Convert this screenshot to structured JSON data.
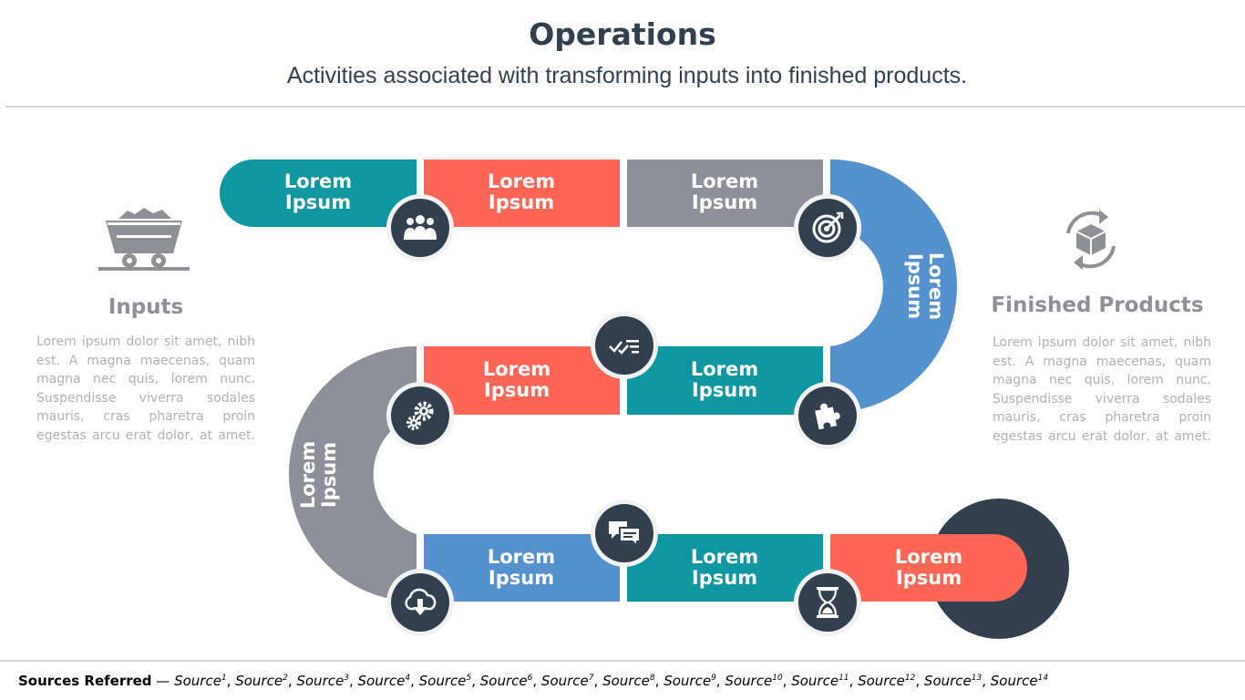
{
  "header": {
    "title": "Operations",
    "subtitle": "Activities associated with transforming inputs into finished products."
  },
  "left_panel": {
    "icon": "mine-cart-icon",
    "heading": "Inputs",
    "text": "Lorem ipsum dolor sit amet, nibh est. A magna maecenas, quam magna nec quis, lorem nunc. Suspendisse viverra sodales mauris, cras pharetra proin egestas arcu erat dolor, at amet."
  },
  "right_panel": {
    "icon": "box-cycle-icon",
    "heading": "Finished Products",
    "text": "Lorem ipsum dolor sit amet, nibh est. A magna maecenas, quam magna nec quis, lorem nunc. Suspendisse viverra sodales mauris, cras pharetra proin egestas arcu erat dolor, at amet."
  },
  "path": {
    "colors": {
      "teal": "#0e97a1",
      "coral": "#ff6655",
      "gray": "#8f8f99",
      "blue": "#5591ce",
      "navy": "#323f4f"
    },
    "segments": [
      {
        "line1": "Lorem",
        "line2": "Ipsum",
        "color": "teal"
      },
      {
        "line1": "Lorem",
        "line2": "Ipsum",
        "color": "coral"
      },
      {
        "line1": "Lorem",
        "line2": "Ipsum",
        "color": "gray"
      },
      {
        "line1": "Lorem",
        "line2": "Ipsum",
        "color": "blue"
      },
      {
        "line1": "Lorem",
        "line2": "Ipsum",
        "color": "teal"
      },
      {
        "line1": "Lorem",
        "line2": "Ipsum",
        "color": "coral"
      },
      {
        "line1": "Lorem",
        "line2": "Ipsum",
        "color": "gray"
      },
      {
        "line1": "Lorem",
        "line2": "Ipsum",
        "color": "blue"
      },
      {
        "line1": "Lorem",
        "line2": "Ipsum",
        "color": "teal"
      },
      {
        "line1": "Lorem",
        "line2": "Ipsum",
        "color": "coral"
      }
    ],
    "icons": [
      "team-icon",
      "target-icon",
      "checklist-icon",
      "gears-icon",
      "puzzle-icon",
      "chat-icon",
      "cloud-download-icon",
      "hourglass-icon"
    ]
  },
  "footer": {
    "label": "Sources Referred",
    "separator": " — ",
    "sources": [
      "Source",
      "Source",
      "Source",
      "Source",
      "Source",
      "Source",
      "Source",
      "Source",
      "Source",
      "Source",
      "Source",
      "Source",
      "Source",
      "Source"
    ],
    "superscripts": [
      "1",
      "2",
      "3",
      "4",
      "5",
      "6",
      "7",
      "8",
      "9",
      "10",
      "11",
      "12",
      "13",
      "14"
    ]
  }
}
